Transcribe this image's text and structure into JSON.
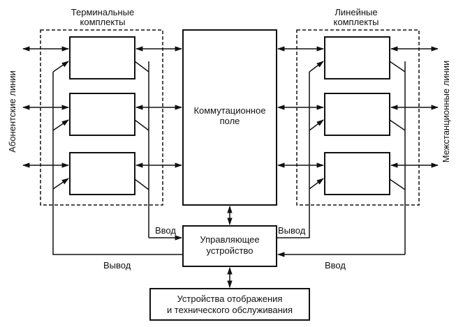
{
  "groups": {
    "terminal_title_line1": "Терминальные",
    "terminal_title_line2": "комплекты",
    "line_title_line1": "Линейные",
    "line_title_line2": "комплекты"
  },
  "blocks": {
    "switch_field_line1": "Коммутационное",
    "switch_field_line2": "поле",
    "control_unit_line1": "Управляющее",
    "control_unit_line2": "устройство",
    "display_unit_line1": "Устройства отображения",
    "display_unit_line2": "и технического обслуживания"
  },
  "side_labels": {
    "left": "Абонентские линии",
    "right": "Межстанционные линии"
  },
  "signals": {
    "input_left": "Ввод",
    "input_right": "Вывод",
    "output_left": "Вывод",
    "output_right": "Ввод"
  },
  "colors": {
    "stroke": "#111111",
    "background": "#ffffff"
  }
}
